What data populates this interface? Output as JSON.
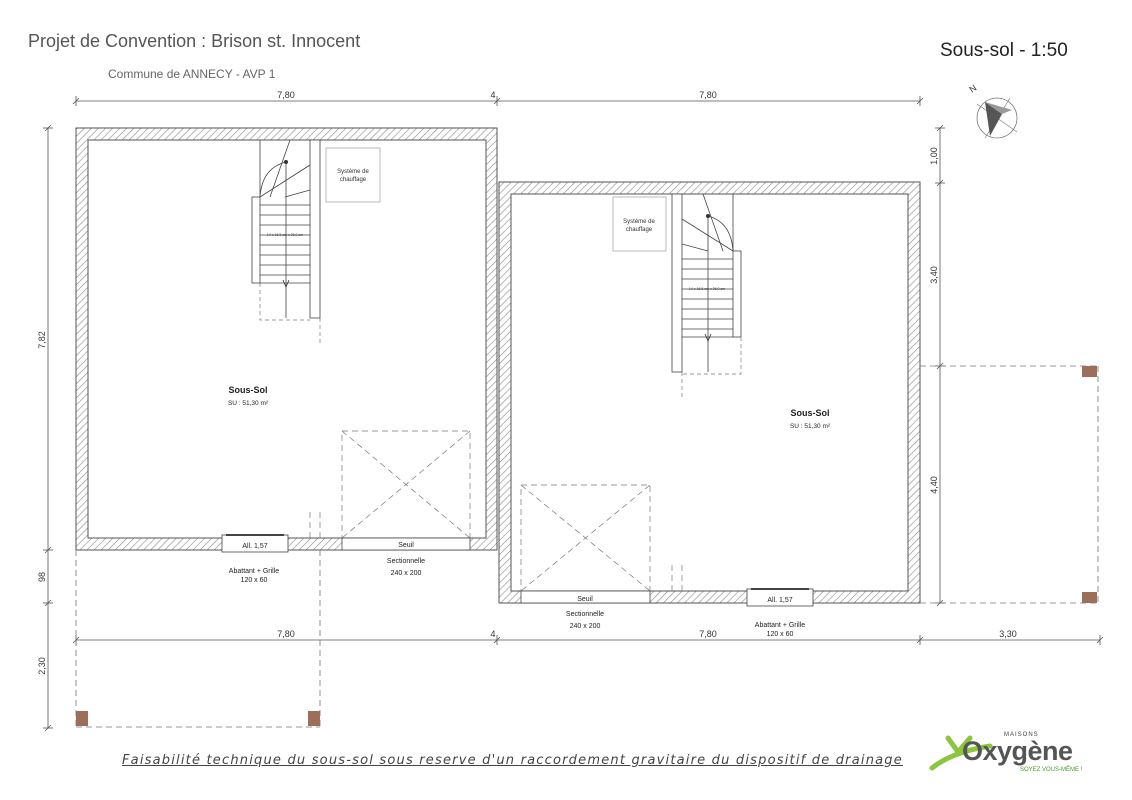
{
  "header": {
    "title": "Projet de Convention : Brison st. Innocent",
    "subtitle": "Commune de ANNECY - AVP 1",
    "scale": "Sous-sol - 1:50"
  },
  "dimensions": {
    "top_left": "7,80",
    "top_mid": "4",
    "top_right": "7,80",
    "bottom_left": "7,80",
    "bottom_mid": "4",
    "bottom_right": "7,80",
    "bottom_far_right": "3,30",
    "left_main": "7,82",
    "left_98": "98",
    "left_230": "2,30",
    "right_100": "1,00",
    "right_340": "3,40",
    "right_440": "4,40"
  },
  "compass": {
    "north_label": "N"
  },
  "left_room": {
    "name": "Sous-Sol",
    "area": "SU : 51,30 m²",
    "heating": [
      "Système de",
      "chauffage"
    ],
    "stair_note": "14 x 16,5 cm x 26,0 cm",
    "window_label": "All. 1,57",
    "window_caption": [
      "Abattant + Grille",
      "120 x 60"
    ],
    "door_label": "Seuil",
    "door_caption": [
      "Sectionnelle",
      "240 x 200"
    ]
  },
  "right_room": {
    "name": "Sous-Sol",
    "area": "SU : 51,30 m²",
    "heating": [
      "Système de",
      "chauffage"
    ],
    "stair_note": "14 x 16,5 cm x 26,0 cm",
    "window_label": "All. 1,57",
    "window_caption": [
      "Abattant + Grille",
      "120 x 60"
    ],
    "door_label": "Seuil",
    "door_caption": [
      "Sectionnelle",
      "240 x 200"
    ]
  },
  "footer": {
    "note": "Faisabilité technique du sous-sol sous reserve d'un raccordement gravitaire du dispositif de drainage"
  },
  "logo": {
    "maisons": "MAISONS",
    "brand": "Oxygène",
    "tagline": "SOYEZ VOUS-MÊME !"
  },
  "colors": {
    "wall": "#555555",
    "hatch": "#8a8a8a",
    "accent_green": "#8cc63f",
    "post": "#9b6f5a"
  }
}
